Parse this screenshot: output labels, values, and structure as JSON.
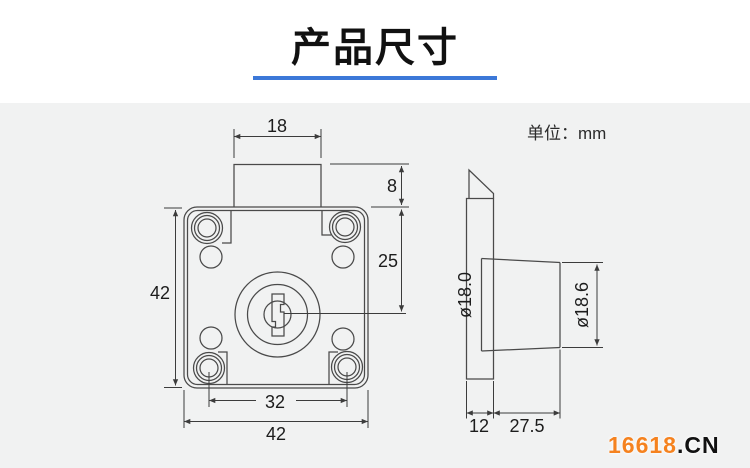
{
  "title": "产品尺寸",
  "unit_label": "单位：mm",
  "watermark": {
    "number": "16618",
    "suffix": ".CN"
  },
  "dimensions": {
    "front": {
      "tab_width": "18",
      "tab_height": "8",
      "center_from_top": "25",
      "body_height": "42",
      "screw_spacing": "32",
      "body_width": "42"
    },
    "side": {
      "cylinder_diameter": "ø18.0",
      "flange_diameter": "ø18.6",
      "plate_thickness": "12",
      "cylinder_length": "27.5"
    }
  },
  "colors": {
    "accent_blue": "#3c78d8",
    "watermark_orange": "#f5821f",
    "line_gray": "#4a4a4a",
    "canvas_bg": "#f1f2f2"
  }
}
